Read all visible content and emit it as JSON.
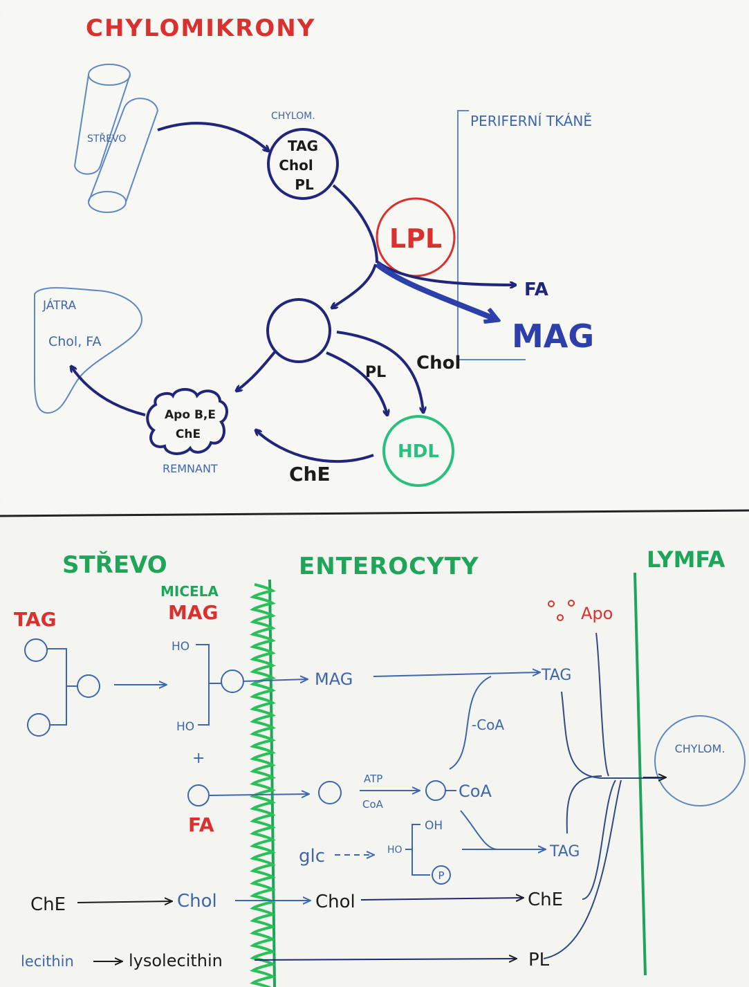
{
  "colors": {
    "red": "#d8312f",
    "navy": "#22267a",
    "blue": "#3d66ad",
    "lightblue": "#5d88c4",
    "green": "#1fa55a",
    "hdl_green": "#2bbf7f",
    "black": "#1c1c1c",
    "paper": "#f6f6f3"
  },
  "top": {
    "title": "CHYLOMIKRONY",
    "intestine": "STŘEVO",
    "chylom_label": "CHYLOM.",
    "chylom_contents": [
      "TAG",
      "Chol",
      "PL"
    ],
    "peripheral": "PERIFERNÍ TKÁNĚ",
    "lpl": "LPL",
    "fa": "FA",
    "mag": "MAG",
    "liver": "JÁTRA",
    "liver_contents": "Chol, FA",
    "remnant_contents": [
      "Apo B,E",
      "ChE"
    ],
    "remnant": "REMNANT",
    "pl": "PL",
    "chol": "Chol",
    "hdl": "HDL",
    "che": "ChE"
  },
  "bottom": {
    "col_strevo": "STŘEVO",
    "col_enterocyty": "ENTEROCYTY",
    "col_lymfa": "LYMFA",
    "tag": "TAG",
    "micela": "MICELA",
    "mag_red": "MAG",
    "ho": "HO",
    "plus": "+",
    "fa": "FA",
    "mag": "MAG",
    "tag1": "TAG",
    "minus_coa": "-CoA",
    "atp": "ATP",
    "coa_small": "CoA",
    "coa": "CoA",
    "apo": "Apo",
    "chylom": "CHYLOM.",
    "oh": "OH",
    "p": "P",
    "glc": "glc",
    "tag2": "TAG",
    "che_left": "ChE",
    "chol_left": "Chol",
    "chol_mid": "Chol",
    "che_right": "ChE",
    "lecithin": "lecithin",
    "lysolecithin": "lysolecithin",
    "pl": "PL"
  }
}
